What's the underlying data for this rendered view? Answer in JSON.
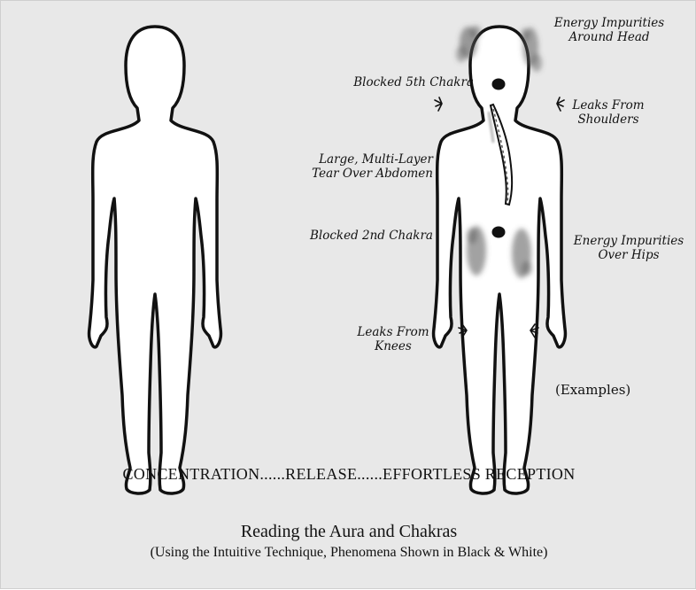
{
  "colors": {
    "background": "#e8e8e8",
    "figure_fill": "#ffffff",
    "outline": "#111111",
    "chakra_dot": "#111111",
    "impurity_cloud": "#6a6a6a"
  },
  "annotations": {
    "head_impurities": "Energy Impurities\nAround Head",
    "fifth_chakra": "Blocked 5th Chakra",
    "shoulder_leaks": "Leaks From\nShoulders",
    "abdomen_tear": "Large, Multi-Layer\nTear Over Abdomen",
    "second_chakra": "Blocked 2nd Chakra",
    "hip_impurities": "Energy Impurities\nOver Hips",
    "knee_leaks": "Leaks From\nKnees",
    "examples": "(Examples)"
  },
  "footer": {
    "tagline": "CONCENTRATION......RELEASE......EFFORTLESS RECEPTION",
    "title": "Reading the Aura and Chakras",
    "subtitle": "(Using the Intuitive Technique, Phenomena Shown in Black & White)"
  },
  "icons": [
    "left-body-outline",
    "right-body-outline",
    "chakra-dot",
    "tear-mark",
    "leak-marks",
    "impurity-clouds"
  ]
}
